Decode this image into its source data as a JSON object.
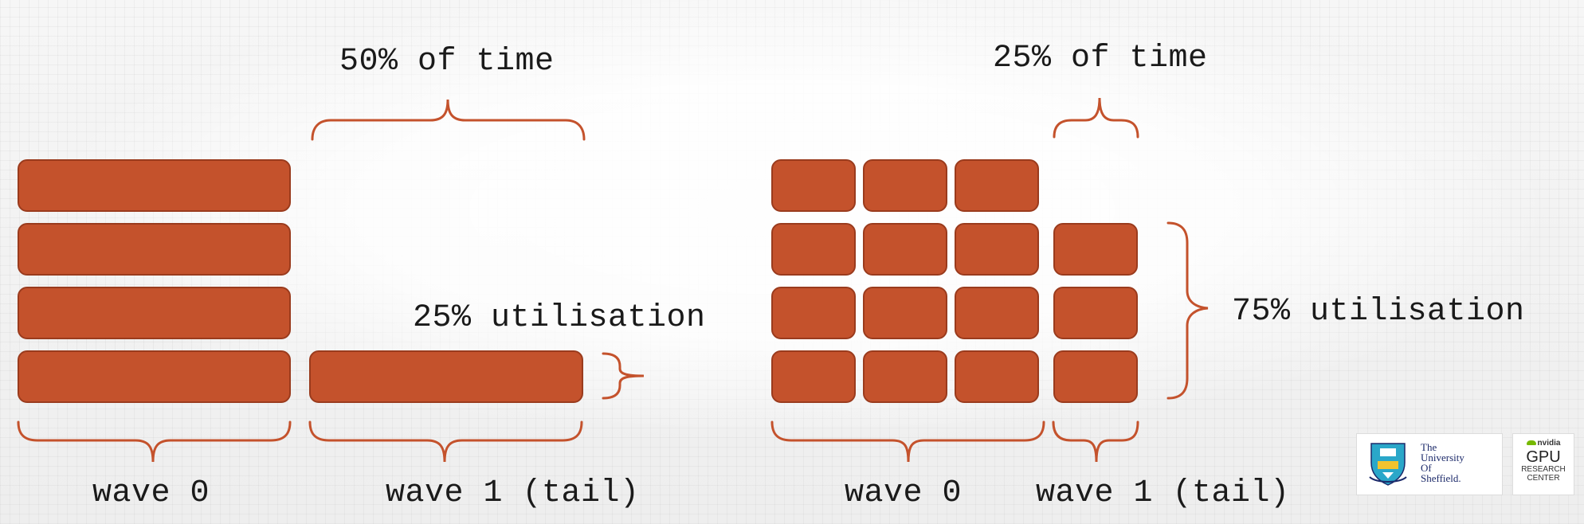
{
  "labels": {
    "left_time": "50% of time",
    "right_time": "25% of time",
    "left_util": "25% utilisation",
    "right_util": "75% utilisation",
    "left_wave0": "wave 0",
    "left_wave1": "wave 1 (tail)",
    "right_wave0": "wave 0",
    "right_wave1": "wave 1 (tail)"
  },
  "colors": {
    "block_fill": "#c4522c",
    "block_border": "#9a3b1d",
    "brace": "#c4522c"
  },
  "logos": {
    "university": {
      "lines": [
        "The",
        "University",
        "Of",
        "Sheffield."
      ],
      "icon": "university-shield-icon"
    },
    "nvidia": {
      "brand": "nvidia",
      "title": "GPU",
      "line1": "RESEARCH",
      "line2": "CENTER",
      "icon": "nvidia-eye-icon"
    }
  }
}
